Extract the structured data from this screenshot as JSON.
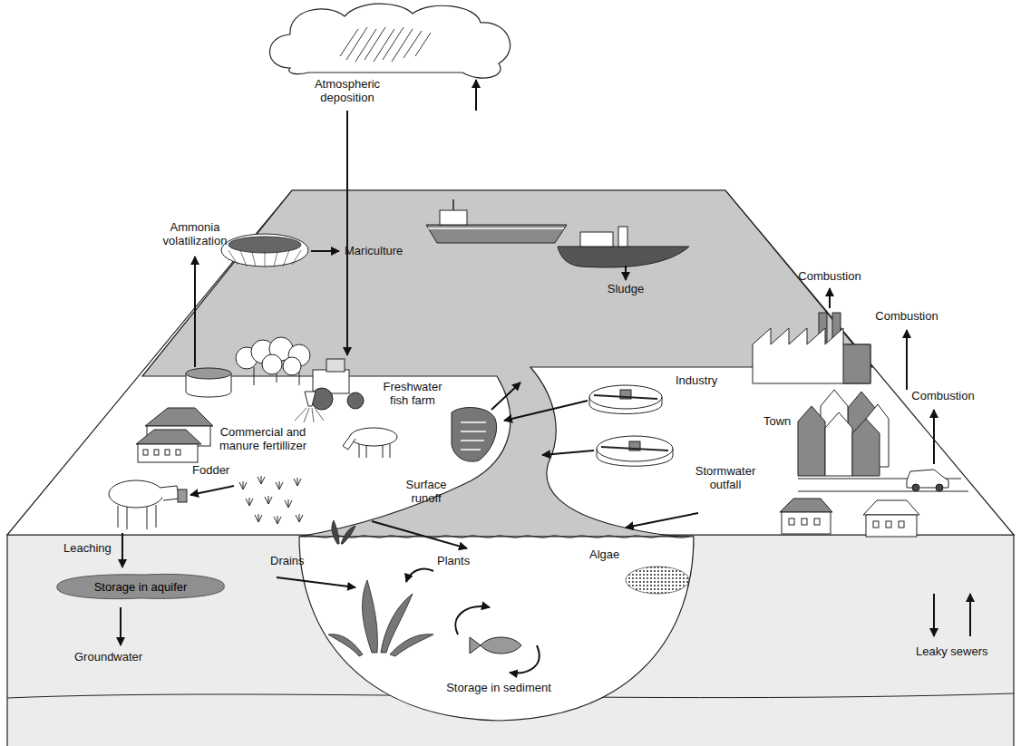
{
  "diagram": {
    "nodes": [
      {
        "text": [
          "Storage in aquifer"
        ]
      }
    ],
    "labels": [
      "Atmospheric deposition",
      "Combustion",
      "Ammonia volatilization",
      "Mariculture",
      "Sludge",
      "Combustion",
      "Industry",
      "Freshwater fish farm",
      "Combustion",
      "Town",
      "Commercial and manure fertillizer",
      "Fodder",
      "Surface runoff",
      "Stormwater outfall",
      "Leaching",
      "Drains",
      "Plants",
      "Algae",
      "Leaky sewers",
      "Groundwater",
      "Storage in sediment"
    ]
  }
}
